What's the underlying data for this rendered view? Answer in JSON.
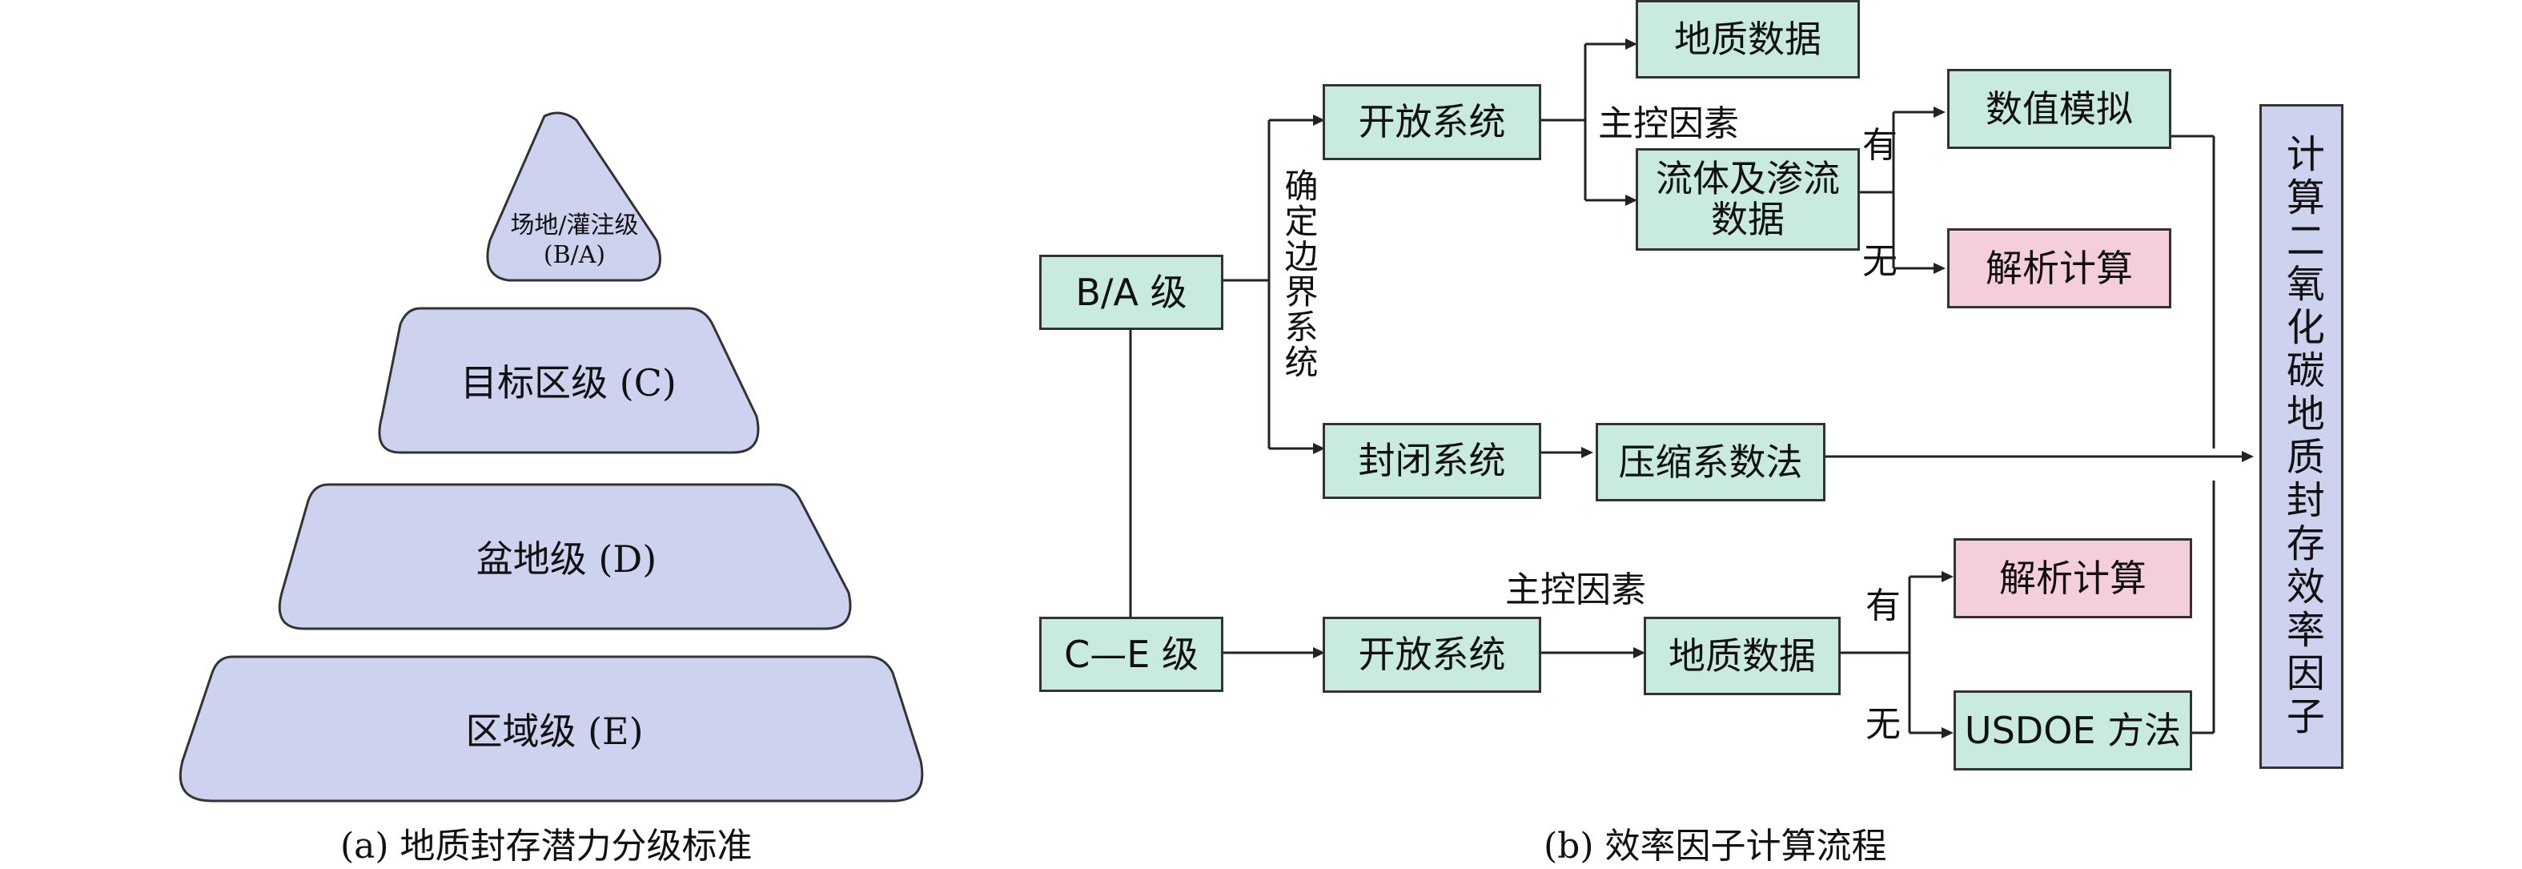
{
  "panel_a": {
    "tiers": [
      {
        "label": "场地/灌注级\n(B/A)"
      },
      {
        "label": "目标区级 (C)"
      },
      {
        "label": "盆地级 (D)"
      },
      {
        "label": "区域级 (E)"
      }
    ],
    "caption": "(a) 地质封存潜力分级标准",
    "fill_color": "#cdd3ee"
  },
  "panel_b": {
    "caption": "(b) 效率因子计算流程",
    "nodes": {
      "ba_level": "B/A 级",
      "ce_level": "C—E 级",
      "open_system_1": "开放系统",
      "closed_system": "封闭系统",
      "open_system_2": "开放系统",
      "geo_data_1": "地质数据",
      "fluid_data": "流体及渗流\n数据",
      "compress_method": "压缩系数法",
      "geo_data_2": "地质数据",
      "numeric_sim": "数值模拟",
      "analytic_1": "解析计算",
      "analytic_2": "解析计算",
      "usdoe": "USDOE 方法",
      "result": "计算二氧化碳地质封存效率因子"
    },
    "labels": {
      "boundary": "确定边界系统",
      "main_factor_1": "主控因素",
      "main_factor_2": "主控因素",
      "yes_1": "有",
      "no_1": "无",
      "yes_2": "有",
      "no_2": "无"
    },
    "colors": {
      "green": "#c9eadf",
      "pink": "#f4cfdb",
      "lavender": "#cdd3ee"
    }
  }
}
